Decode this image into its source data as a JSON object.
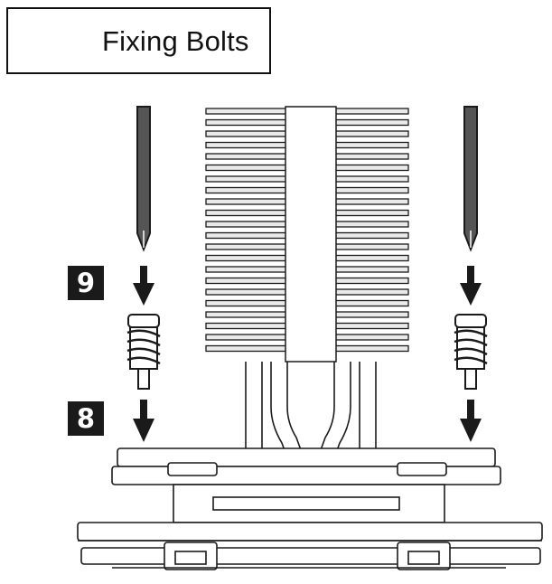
{
  "legend": {
    "label": "Fixing Bolts",
    "icon": "screw-icon"
  },
  "steps": [
    {
      "number": "9"
    },
    {
      "number": "8"
    }
  ],
  "colors": {
    "line": "#1a1a1a",
    "badge": "#1a1a1a",
    "fin_fill": "#e6e6e6",
    "metal_fill": "#f2f2f2"
  },
  "icons": [
    "screw-icon",
    "screwdriver-icon",
    "arrow-down-icon",
    "fixing-bolt-icon"
  ]
}
